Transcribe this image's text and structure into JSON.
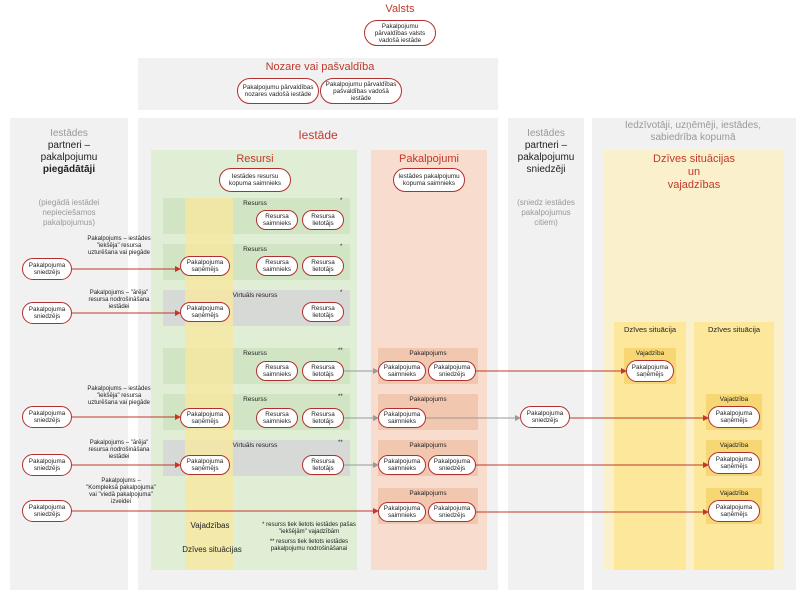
{
  "valsts": {
    "title": "Valsts",
    "box": "Pakalpojumu pārvaldības valsts vadošā iestāde"
  },
  "nozare": {
    "title": "Nozare vai pašvaldība",
    "box1": "Pakalpojumu pārvaldības nozares vadošā iestāde",
    "box2": "Pakalpojumu pārvaldības pašvaldības vadošā iestāde"
  },
  "left_col": {
    "line1": "Iestādes",
    "line2": "partneri –",
    "line3": "pakalpojumu",
    "line4": "piegādātāji",
    "sub": "(piegādā iestādei nepieciešamos pakalpojumus)"
  },
  "iestade": {
    "title": "Iestāde"
  },
  "resursi": {
    "title": "Resursi",
    "owner": "Iestādes resursu kopuma saimnieks",
    "vajadzibas": "Vajadzības",
    "dzives": "Dzīves situācijas",
    "note1": "* resurss tiek lietots iestādes pašas \"iekšējām\" vajadzībām",
    "note2": "** resurss tiek lietots iestādes pakalpojumu nodrošināšanai"
  },
  "pakalpojumi": {
    "title": "Pakalpojumi",
    "owner": "Iestādes pakalpojumu kopuma saimnieks"
  },
  "right_partner": {
    "line1": "Iestādes",
    "line2": "partneri –",
    "line3": "pakalpojumu",
    "line4": "sniedzēji",
    "sub": "(sniedz iestādes pakalpojumus citiem)"
  },
  "far_right": {
    "title": "Iedzīvotāji, uzņēmēji, iestādes, sabiedrība kopumā",
    "sub1": "Dzīves situācijas",
    "sub2": "un",
    "sub3": "vajadzības",
    "ds1": "Dzīves situācija",
    "ds2": "Dzīves situācija",
    "vaj": "Vajadzība"
  },
  "labels": {
    "resurss": "Resurss",
    "virt": "Virtuāls resurss",
    "saim": "Resursa saimnieks",
    "liet": "Resursa lietotājs",
    "pak_saim": "Pakalpojuma saimnieks",
    "pak_snied": "Pakalpojuma sniedzējs",
    "pak_sanem": "Pakalpojuma saņēmējs",
    "pak": "Pakalpojums",
    "star1": "*",
    "star2": "**"
  },
  "left_texts": {
    "t1": "Pakalpojums – iestādes \"iekšēja\" resursa uzturēšana vai piegāde",
    "t2": "Pakalpojums – \"ārēja\" resursa nodrošināšana iestādei",
    "t3": "Pakalpojums – iestādes \"iekšēja\" resursa uzturēšana vai piegāde",
    "t4": "Pakalpojums – \"ārēja\" resursa nodrošināšana iestādei",
    "t5": "Pakalpojums – \"Kompleksā pakalpojuma\" vai \"viedā pakalpojuma\" izveidei"
  },
  "colors": {
    "red": "#c0392b",
    "oval_border": "#b03030",
    "green": "#dfeed5",
    "orange": "#f8dccd",
    "yellow": "#fce79b",
    "yellow_band": "#f7e7a0"
  }
}
